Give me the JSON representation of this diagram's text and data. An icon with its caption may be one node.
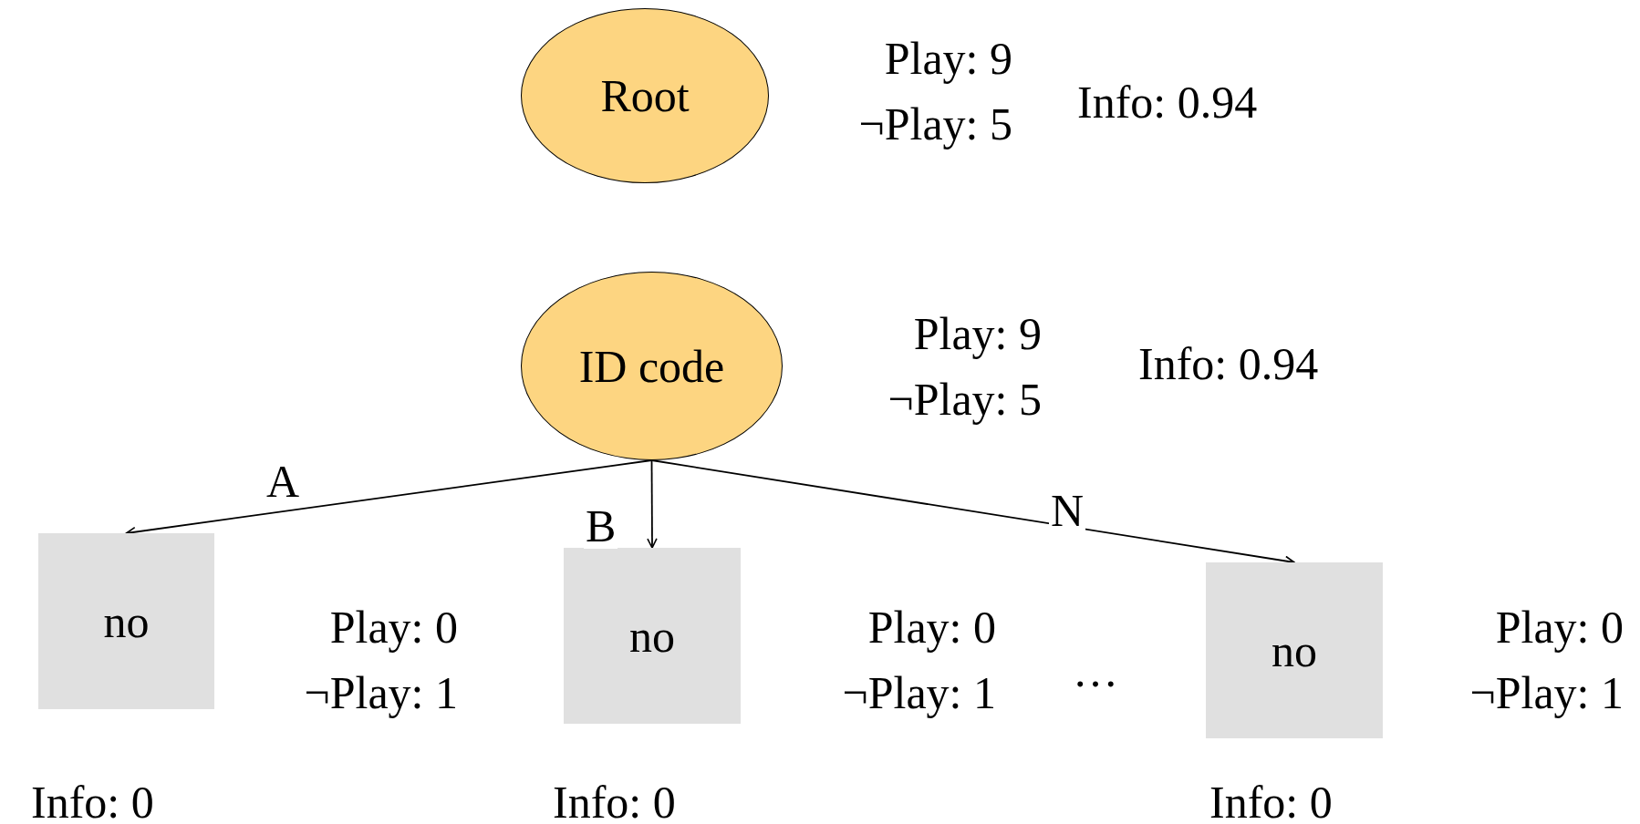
{
  "diagram": {
    "nodes": [
      {
        "text": [
          "Root"
        ],
        "beside": [
          "Play: 9 ¬Play: 5",
          "Info: 0.94"
        ]
      },
      {
        "text": [
          "ID code"
        ],
        "beside": [
          "Play: 9 ¬Play: 5",
          "Info: 0.94"
        ]
      },
      {
        "text": [
          "no"
        ],
        "beside": [
          "Play: 0 ¬Play: 1",
          "Info: 0"
        ]
      },
      {
        "text": [
          "no"
        ],
        "beside": [
          "Play: 0 ¬Play: 1",
          "Info: 0"
        ]
      },
      {
        "text": [
          "no"
        ],
        "beside": [
          "Play: 0 ¬Play: 1",
          "Info: 0"
        ]
      }
    ],
    "edges": [
      {
        "from": 1,
        "to": 2,
        "arrow": "to",
        "label": "A"
      },
      {
        "from": 1,
        "to": 3,
        "arrow": "to",
        "label": "B"
      },
      {
        "from": 1,
        "to": 4,
        "arrow": "to",
        "label": "N"
      }
    ],
    "labels": [
      "…"
    ]
  }
}
